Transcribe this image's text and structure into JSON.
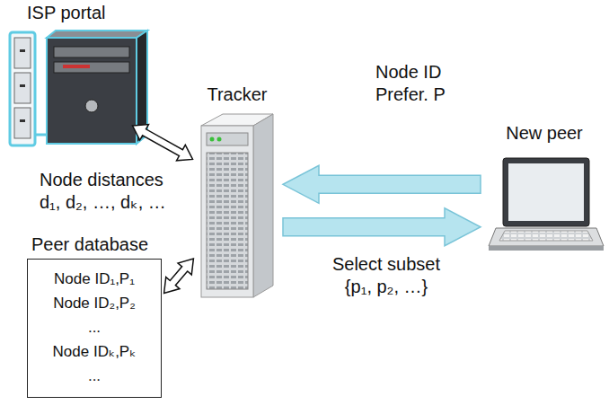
{
  "diagram": {
    "nodes": [
      {
        "text": [
          "ISP portal"
        ]
      },
      {
        "text": [
          "Tracker"
        ]
      },
      {
        "text": [
          "New peer"
        ]
      },
      {
        "text": [
          "Peer database",
          "Node ID₁,P₁",
          "Node ID₂,P₂",
          "...",
          "Node IDₖ,Pₖ",
          "..."
        ]
      }
    ],
    "edges": [
      {
        "from": 0,
        "to": 1,
        "arrow": "both",
        "label": "Node distances d₁, d₂, …, dₖ, …"
      },
      {
        "from": 3,
        "to": 1,
        "arrow": "both"
      },
      {
        "from": 2,
        "to": 1,
        "arrow": "to",
        "label": "Node ID Prefer. P"
      },
      {
        "from": 1,
        "to": 2,
        "arrow": "to",
        "label": "Select subset {p₁, p₂, …}"
      }
    ]
  }
}
